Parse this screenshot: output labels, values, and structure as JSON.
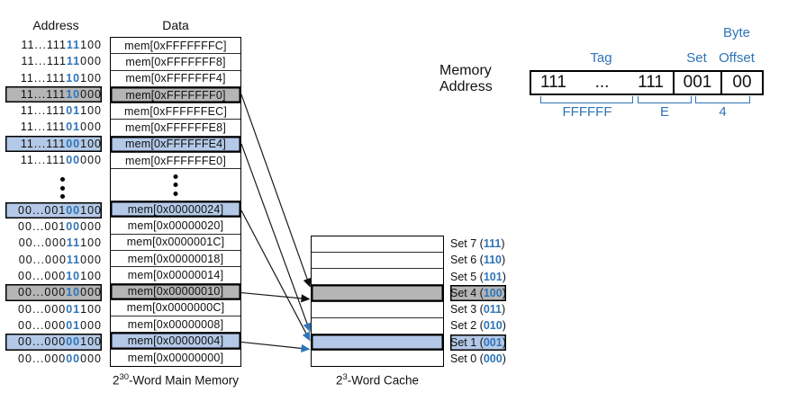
{
  "colors": {
    "blue_text": "#2e74b8",
    "blue_fill": "#b4c9e7",
    "gray_fill": "#b5b5b5",
    "line": "#1a1a1a",
    "black": "#111111"
  },
  "headers": {
    "address": "Address",
    "data": "Data"
  },
  "memory": {
    "caption_base": "2",
    "caption_sup": "30",
    "caption_rest": "-Word Main Memory",
    "top_rows": [
      {
        "addr_pre": "11...111",
        "addr_blue": "11",
        "addr_post": "100",
        "data": "mem[0xFFFFFFFC]",
        "highlight": "none"
      },
      {
        "addr_pre": "11...111",
        "addr_blue": "11",
        "addr_post": "000",
        "data": "mem[0xFFFFFFF8]",
        "highlight": "none"
      },
      {
        "addr_pre": "11...111",
        "addr_blue": "10",
        "addr_post": "100",
        "data": "mem[0xFFFFFFF4]",
        "highlight": "none"
      },
      {
        "addr_pre": "11...111",
        "addr_blue": "10",
        "addr_post": "000",
        "data": "mem[0xFFFFFFF0]",
        "highlight": "gray"
      },
      {
        "addr_pre": "11...111",
        "addr_blue": "01",
        "addr_post": "100",
        "data": "mem[0xFFFFFFEC]",
        "highlight": "none"
      },
      {
        "addr_pre": "11...111",
        "addr_blue": "01",
        "addr_post": "000",
        "data": "mem[0xFFFFFFE8]",
        "highlight": "none"
      },
      {
        "addr_pre": "11...111",
        "addr_blue": "00",
        "addr_post": "100",
        "data": "mem[0xFFFFFFE4]",
        "highlight": "blue"
      },
      {
        "addr_pre": "11...111",
        "addr_blue": "00",
        "addr_post": "000",
        "data": "mem[0xFFFFFFE0]",
        "highlight": "none"
      }
    ],
    "bottom_rows": [
      {
        "addr_pre": "00...001",
        "addr_blue": "00",
        "addr_post": "100",
        "data": "mem[0x00000024]",
        "highlight": "blue"
      },
      {
        "addr_pre": "00...001",
        "addr_blue": "00",
        "addr_post": "000",
        "data": "mem[0x00000020]",
        "highlight": "none"
      },
      {
        "addr_pre": "00...000",
        "addr_blue": "11",
        "addr_post": "100",
        "data": "mem[0x0000001C]",
        "highlight": "none"
      },
      {
        "addr_pre": "00...000",
        "addr_blue": "11",
        "addr_post": "000",
        "data": "mem[0x00000018]",
        "highlight": "none"
      },
      {
        "addr_pre": "00...000",
        "addr_blue": "10",
        "addr_post": "100",
        "data": "mem[0x00000014]",
        "highlight": "none"
      },
      {
        "addr_pre": "00...000",
        "addr_blue": "10",
        "addr_post": "000",
        "data": "mem[0x00000010]",
        "highlight": "gray"
      },
      {
        "addr_pre": "00...000",
        "addr_blue": "01",
        "addr_post": "100",
        "data": "mem[0x0000000C]",
        "highlight": "none"
      },
      {
        "addr_pre": "00...000",
        "addr_blue": "01",
        "addr_post": "000",
        "data": "mem[0x00000008]",
        "highlight": "none"
      },
      {
        "addr_pre": "00...000",
        "addr_blue": "00",
        "addr_post": "100",
        "data": "mem[0x00000004]",
        "highlight": "blue"
      },
      {
        "addr_pre": "00...000",
        "addr_blue": "00",
        "addr_post": "000",
        "data": "mem[0x00000000]",
        "highlight": "none"
      }
    ]
  },
  "cache": {
    "caption_base": "2",
    "caption_sup": "3",
    "caption_rest": "-Word Cache",
    "rows": [
      {
        "set_pre": "Set 7 (",
        "set_bits": "111",
        "set_post": ")",
        "highlight": "none"
      },
      {
        "set_pre": "Set 6 (",
        "set_bits": "110",
        "set_post": ")",
        "highlight": "none"
      },
      {
        "set_pre": "Set 5 (",
        "set_bits": "101",
        "set_post": ")",
        "highlight": "none"
      },
      {
        "set_pre": "Set 4 (",
        "set_bits": "100",
        "set_post": ")",
        "highlight": "gray"
      },
      {
        "set_pre": "Set 3 (",
        "set_bits": "011",
        "set_post": ")",
        "highlight": "none"
      },
      {
        "set_pre": "Set 2 (",
        "set_bits": "010",
        "set_post": ")",
        "highlight": "none"
      },
      {
        "set_pre": "Set 1 (",
        "set_bits": "001",
        "set_post": ")",
        "highlight": "blue"
      },
      {
        "set_pre": "Set 0 (",
        "set_bits": "000",
        "set_post": ")",
        "highlight": "none"
      }
    ]
  },
  "address_breakdown": {
    "label_line1": "Memory",
    "label_line2": "Address",
    "tag_label": "Tag",
    "set_label": "Set",
    "byte_label": "Byte",
    "offset_label": "Offset",
    "tag_left": "111",
    "tag_dots": "...",
    "tag_right": "111",
    "set_value": "001",
    "offset_value": "00",
    "hex_tag": "FFFFFF",
    "hex_set": "E",
    "hex_offset": "4"
  },
  "arrows": [
    {
      "from": "mem[0xFFFFFFF0]",
      "from_section": "top",
      "from_index": 3,
      "to_set": 4,
      "tip_dy": 3,
      "head": "black"
    },
    {
      "from": "mem[0xFFFFFFE4]",
      "from_section": "top",
      "from_index": 6,
      "to_set": 1,
      "tip_dy": -2,
      "head": "blue"
    },
    {
      "from": "mem[0x00000024]",
      "from_section": "bottom",
      "from_index": 0,
      "to_set": 1,
      "tip_dy": 8,
      "head": "blue"
    },
    {
      "from": "mem[0x00000010]",
      "from_section": "bottom",
      "from_index": 5,
      "to_set": 4,
      "tip_dy": 16,
      "head": "black"
    },
    {
      "from": "mem[0x00000004]",
      "from_section": "bottom",
      "from_index": 8,
      "to_set": 1,
      "tip_dy": 17,
      "head": "blue"
    }
  ]
}
